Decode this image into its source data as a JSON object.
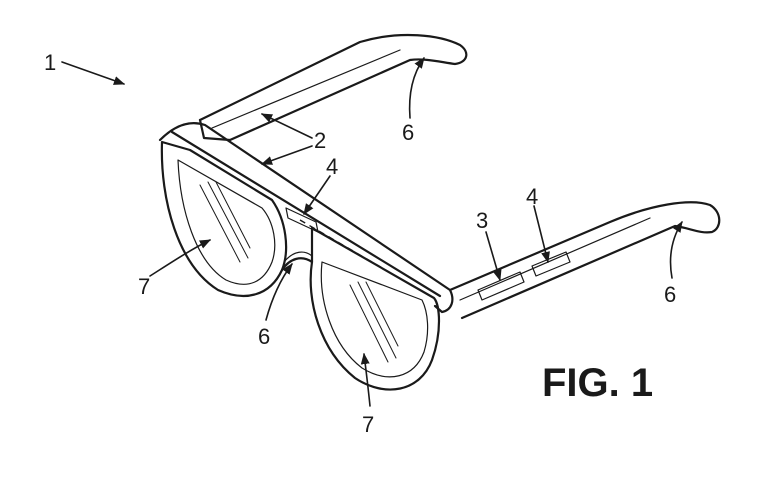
{
  "figure": {
    "caption": "FIG. 1",
    "labels": {
      "overall": "1",
      "frame_parts": "2",
      "hinge": "3",
      "feature_front": "4",
      "feature_temple": "4",
      "temple_tip_right": "6",
      "temple_tip_left": "6",
      "nose_pad": "6",
      "lens_left": "7",
      "lens_right": "7"
    }
  }
}
